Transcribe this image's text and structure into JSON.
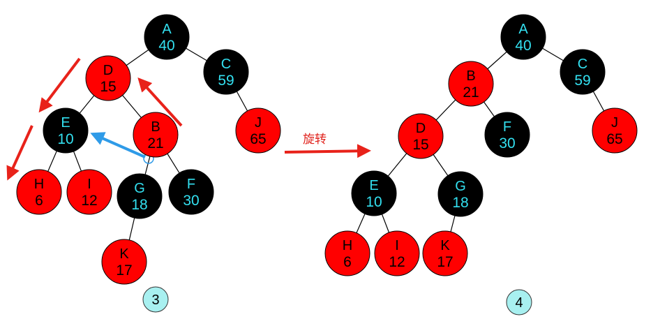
{
  "colors": {
    "red_node": "#ff0000",
    "black_node": "#000000",
    "red_text": "#000000",
    "black_text": "#33e0f0",
    "arrow_red": "#e8221a",
    "arrow_blue": "#2f9be8",
    "step_fill": "#a8f0f0"
  },
  "left_tree": {
    "step_label": "3",
    "nodes": [
      {
        "id": "A",
        "letter": "A",
        "value": "40",
        "color": "black"
      },
      {
        "id": "D",
        "letter": "D",
        "value": "15",
        "color": "red"
      },
      {
        "id": "C",
        "letter": "C",
        "value": "59",
        "color": "black"
      },
      {
        "id": "E",
        "letter": "E",
        "value": "10",
        "color": "black"
      },
      {
        "id": "B",
        "letter": "B",
        "value": "21",
        "color": "red"
      },
      {
        "id": "J",
        "letter": "J",
        "value": "65",
        "color": "red"
      },
      {
        "id": "H",
        "letter": "H",
        "value": "6",
        "color": "red"
      },
      {
        "id": "I",
        "letter": "I",
        "value": "12",
        "color": "red"
      },
      {
        "id": "G",
        "letter": "G",
        "value": "18",
        "color": "black"
      },
      {
        "id": "F",
        "letter": "F",
        "value": "30",
        "color": "black"
      },
      {
        "id": "K",
        "letter": "K",
        "value": "17",
        "color": "red"
      }
    ],
    "edges": [
      [
        "A",
        "D"
      ],
      [
        "A",
        "C"
      ],
      [
        "D",
        "E"
      ],
      [
        "D",
        "B"
      ],
      [
        "C",
        "J"
      ],
      [
        "E",
        "H"
      ],
      [
        "E",
        "I"
      ],
      [
        "B",
        "G"
      ],
      [
        "B",
        "F"
      ],
      [
        "G",
        "K"
      ]
    ]
  },
  "right_tree": {
    "step_label": "4",
    "nodes": [
      {
        "id": "A",
        "letter": "A",
        "value": "40",
        "color": "black"
      },
      {
        "id": "B",
        "letter": "B",
        "value": "21",
        "color": "red"
      },
      {
        "id": "C",
        "letter": "C",
        "value": "59",
        "color": "black"
      },
      {
        "id": "D",
        "letter": "D",
        "value": "15",
        "color": "red"
      },
      {
        "id": "F",
        "letter": "F",
        "value": "30",
        "color": "black"
      },
      {
        "id": "J",
        "letter": "J",
        "value": "65",
        "color": "red"
      },
      {
        "id": "E",
        "letter": "E",
        "value": "10",
        "color": "black"
      },
      {
        "id": "G",
        "letter": "G",
        "value": "18",
        "color": "black"
      },
      {
        "id": "H",
        "letter": "H",
        "value": "6",
        "color": "red"
      },
      {
        "id": "I",
        "letter": "I",
        "value": "12",
        "color": "red"
      },
      {
        "id": "K",
        "letter": "K",
        "value": "17",
        "color": "red"
      }
    ],
    "edges": [
      [
        "A",
        "B"
      ],
      [
        "A",
        "C"
      ],
      [
        "B",
        "D"
      ],
      [
        "B",
        "F"
      ],
      [
        "C",
        "J"
      ],
      [
        "D",
        "E"
      ],
      [
        "D",
        "G"
      ],
      [
        "E",
        "H"
      ],
      [
        "E",
        "I"
      ],
      [
        "G",
        "K"
      ]
    ]
  },
  "rotation_label": "旋转"
}
